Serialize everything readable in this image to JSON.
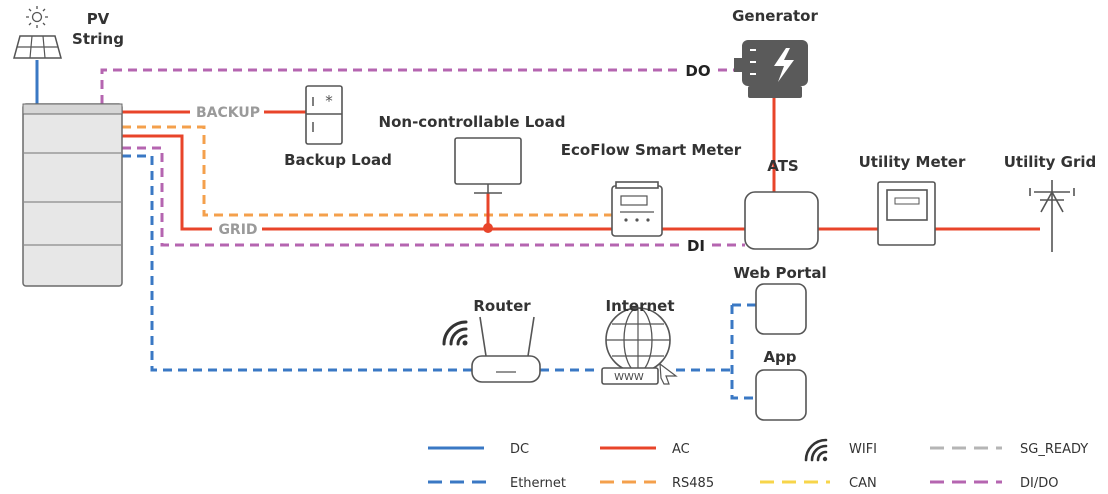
{
  "colors": {
    "dc": "#3a78c4",
    "ac": "#e8442a",
    "rs485": "#f4a04c",
    "ethernet": "#3a78c4",
    "can": "#f7d54a",
    "sg_ready": "#b5b5b5",
    "di_do": "#b565b0"
  },
  "labels": {
    "pv_string_1": "PV",
    "pv_string_2": "String",
    "generator": "Generator",
    "do": "DO",
    "di": "DI",
    "backup": "BACKUP",
    "grid": "GRID",
    "backup_load": "Backup Load",
    "non_controllable_load": "Non-controllable Load",
    "smart_meter": "EcoFlow Smart Meter",
    "ats": "ATS",
    "utility_meter": "Utility Meter",
    "utility_grid": "Utility Grid",
    "web_portal": "Web Portal",
    "app": "App",
    "router": "Router",
    "internet": "Internet",
    "www": "WWW"
  },
  "legend": {
    "dc": "DC",
    "ac": "AC",
    "wifi": "WIFI",
    "sg_ready": "SG_READY",
    "ethernet": "Ethernet",
    "rs485": "RS485",
    "can": "CAN",
    "di_do": "DI/DO"
  }
}
